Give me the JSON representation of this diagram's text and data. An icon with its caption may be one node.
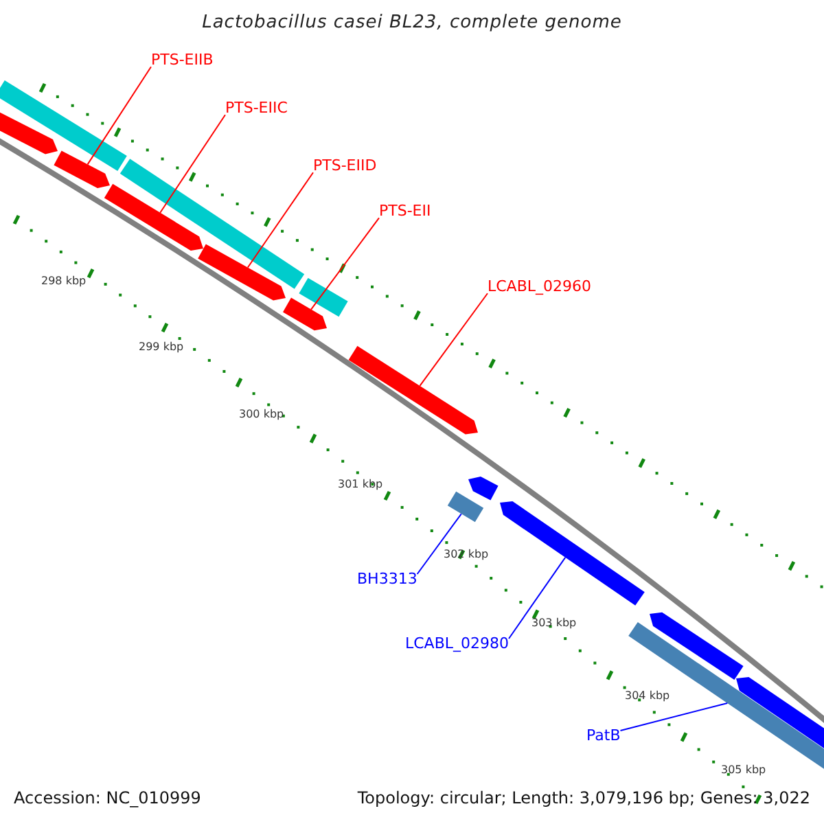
{
  "diagram": {
    "title": "Lactobacillus casei BL23, complete genome",
    "nodes": [
      {
        "text": [
          "PTS-EIIB"
        ]
      },
      {
        "text": [
          "PTS-EIIC"
        ]
      },
      {
        "text": [
          "PTS-EIID"
        ]
      },
      {
        "text": [
          "PTS-EII"
        ]
      },
      {
        "text": [
          "LCABL_02960"
        ]
      },
      {
        "text": [
          "BH3313"
        ]
      },
      {
        "text": [
          "LCABL_02980"
        ]
      },
      {
        "text": [
          "PatB"
        ]
      },
      {
        "text": [],
        "shape": "arrow"
      },
      {
        "text": [],
        "shape": "arrow"
      },
      {
        "text": [],
        "shape": "arrow"
      },
      {
        "text": [],
        "shape": "arrow"
      },
      {
        "text": [],
        "shape": "arrow"
      },
      {
        "text": [],
        "shape": "bar"
      },
      {
        "text": [],
        "shape": "arrow"
      },
      {
        "text": [],
        "shape": "bar"
      }
    ],
    "edges": [
      {
        "from": 0,
        "to": 8,
        "arrow": "none"
      },
      {
        "from": 1,
        "to": 9,
        "arrow": "none"
      },
      {
        "from": 2,
        "to": 10,
        "arrow": "none"
      },
      {
        "from": 3,
        "to": 11,
        "arrow": "none"
      },
      {
        "from": 4,
        "to": 12,
        "arrow": "none"
      },
      {
        "from": 5,
        "to": 13,
        "arrow": "none",
        "color": "#0000ff"
      },
      {
        "from": 6,
        "to": 14,
        "arrow": "none",
        "color": "#0000ff"
      },
      {
        "from": 7,
        "to": 15,
        "arrow": "none",
        "color": "#0000ff"
      }
    ],
    "labels": [
      "298 kbp",
      "299 kbp",
      "300 kbp",
      "301 kbp",
      "302 kbp",
      "303 kbp",
      "304 kbp",
      "305 kbp",
      "Accession: NC_010999",
      "Topology: circular; Length: 3,079,196 bp; Genes: 3,022"
    ]
  }
}
